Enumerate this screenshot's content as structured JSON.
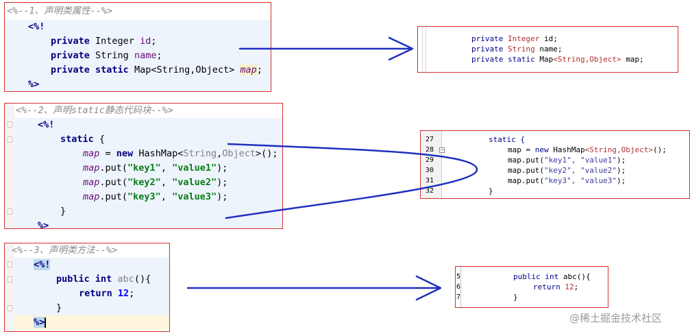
{
  "panel1": {
    "comment": "<%--1、声明类属性--%>",
    "open_tag": "<%!",
    "close_tag": "%>",
    "line1": {
      "kw": "private",
      "type": "Integer",
      "name": "id",
      "end": ";"
    },
    "line2": {
      "kw": "private",
      "type": "String",
      "name": "name",
      "end": ";"
    },
    "line3": {
      "kw": "private static",
      "type": "Map<String,Object>",
      "name": "map",
      "end": ";"
    }
  },
  "out1": {
    "l1": {
      "kw": "private",
      "type": "Integer",
      "rest": "id;"
    },
    "l2": {
      "kw": "private",
      "type": "String",
      "rest": "name;"
    },
    "l3": {
      "kw": "private static",
      "plain": "Map",
      "type": "<String,Object>",
      "rest": "map;"
    }
  },
  "panel2": {
    "comment": "<%--2、声明static静态代码块--%>",
    "open_tag": "<%!",
    "close_tag": "%>",
    "static_kw": "static",
    "brace_open": "{",
    "brace_close": "}",
    "assign": {
      "var": "map",
      "eq": " = ",
      "new_kw": "new",
      "cls": "HashMap<",
      "gen1": "String",
      "comma": ",",
      "gen2": "Object",
      "end": ">();"
    },
    "puts": [
      {
        "var": "map",
        "call": ".put(",
        "k": "\"key1\"",
        "sep": ", ",
        "v": "\"value1\"",
        "end": ");"
      },
      {
        "var": "map",
        "call": ".put(",
        "k": "\"key2\"",
        "sep": ", ",
        "v": "\"value2\"",
        "end": ");"
      },
      {
        "var": "map",
        "call": ".put(",
        "k": "\"key3\"",
        "sep": ", ",
        "v": "\"value3\"",
        "end": ");"
      }
    ]
  },
  "out2": {
    "line_numbers": [
      "27",
      "28",
      "29",
      "30",
      "31",
      "32"
    ],
    "static_line": "static {",
    "assign": {
      "pre": "map = ",
      "kw": "new",
      "cls": " HashMap",
      "type": "<String,Object>",
      "end": "();"
    },
    "puts": [
      {
        "pre": "map.put(",
        "str": "\"key1\", \"value1\"",
        "end": ");"
      },
      {
        "pre": "map.put(",
        "str": "\"key2\", \"value2\"",
        "end": ");"
      },
      {
        "pre": "map.put(",
        "str": "\"key3\", \"value3\"",
        "end": ");"
      }
    ],
    "close": "}"
  },
  "panel3": {
    "comment": "<%--3、声明类方法--%>",
    "open_tag": "<%!",
    "close_tag": "%>",
    "sig": {
      "kw": "public int",
      "name": "abc",
      "rest": "(){"
    },
    "ret": {
      "kw": "return",
      "num": "12",
      "end": ";"
    },
    "close": "}"
  },
  "out3": {
    "line_numbers": [
      "5",
      "6",
      "7"
    ],
    "sig": {
      "kw": "public int",
      "rest": "abc(){"
    },
    "ret": {
      "kw": "return",
      "num": "12",
      "end": ";"
    },
    "close": "}"
  },
  "watermark": "@稀土掘金技术社区",
  "colors": {
    "border": "#d32f2f",
    "arrow": "#1f2fbf",
    "keyword": "#000080",
    "string": "#067d17",
    "field": "#660e7a"
  }
}
